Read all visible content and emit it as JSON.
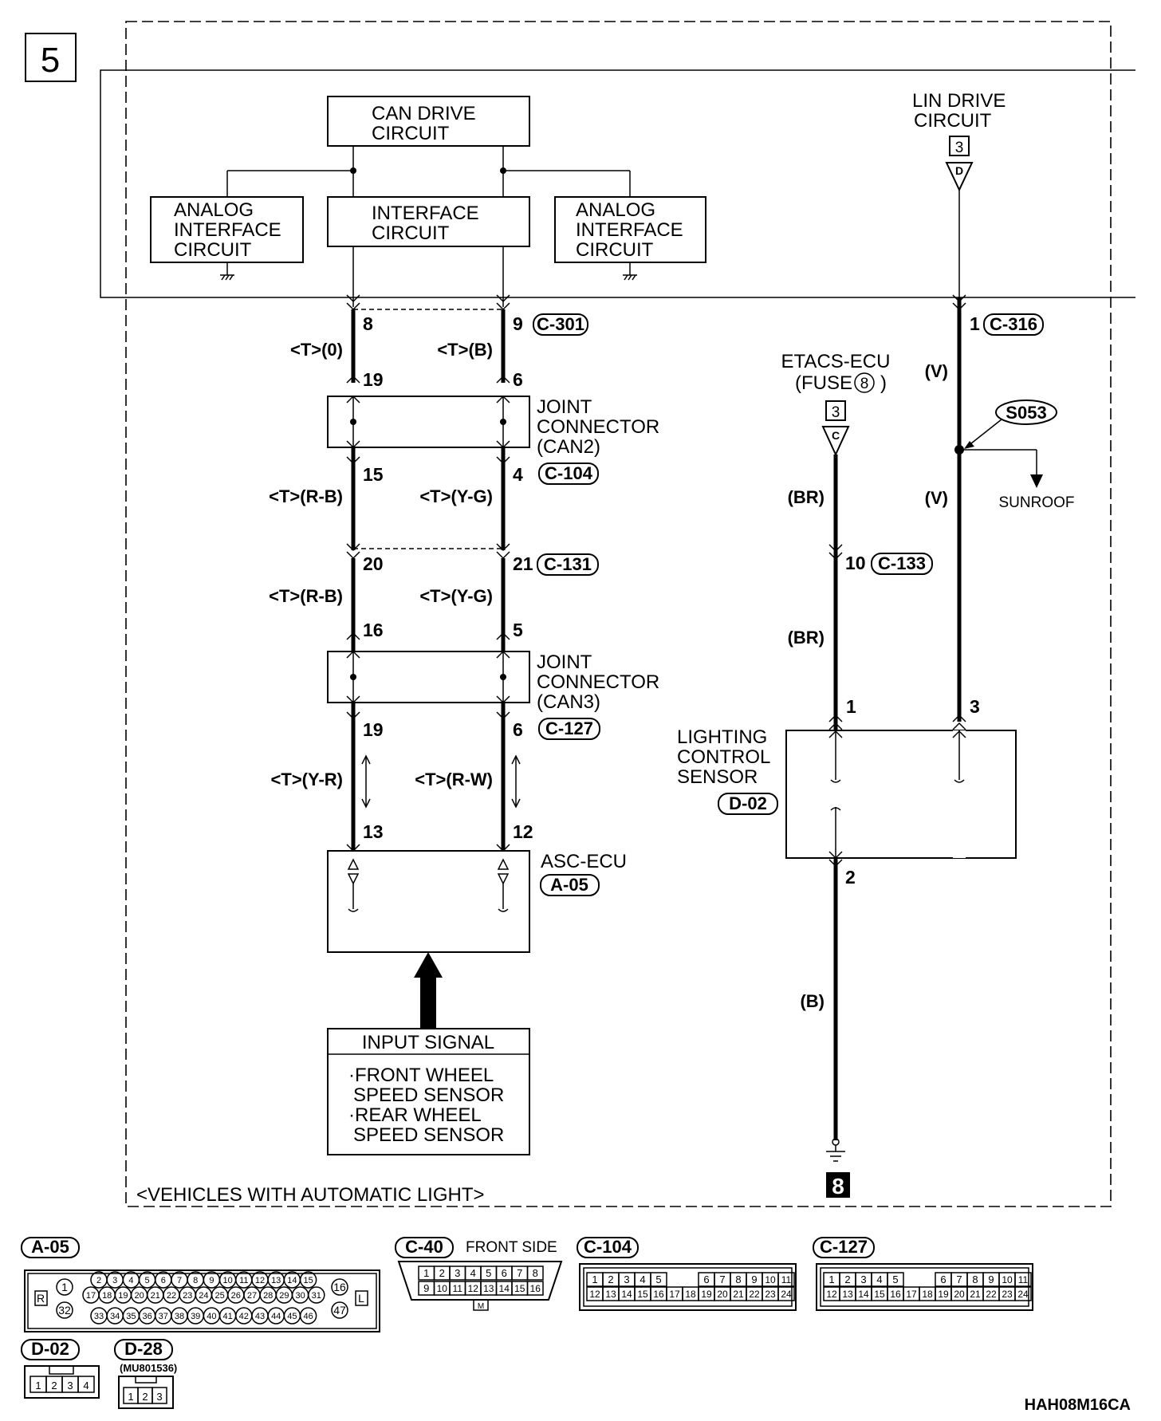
{
  "page_number": "5",
  "top_section": {
    "can_drive_circuit": [
      "CAN DRIVE",
      "CIRCUIT"
    ],
    "interface_circuit": [
      "INTERFACE",
      "CIRCUIT"
    ],
    "analog_interface_left": [
      "ANALOG",
      "INTERFACE",
      "CIRCUIT"
    ],
    "analog_interface_right": [
      "ANALOG",
      "INTERFACE",
      "CIRCUIT"
    ],
    "lin_drive_circuit": [
      "LIN DRIVE",
      "CIRCUIT"
    ],
    "lin_ref": {
      "page": "3",
      "letter": "D"
    }
  },
  "left_column": {
    "c301": {
      "connector": "C-301",
      "pin_a": "8",
      "pin_b": "9",
      "wire_a": "<T>(0)",
      "wire_b": "<T>(B)"
    },
    "joint_can2": {
      "label": [
        "JOINT",
        "CONNECTOR",
        "(CAN2)"
      ],
      "connector": "C-104",
      "pin_in_a": "19",
      "pin_in_b": "6",
      "pin_out_a": "15",
      "pin_out_b": "4"
    },
    "c131": {
      "connector": "C-131",
      "wire_a_top": "<T>(R-B)",
      "wire_b_top": "<T>(Y-G)",
      "pin_a": "20",
      "pin_b": "21",
      "wire_a_bottom": "<T>(R-B)",
      "wire_b_bottom": "<T>(Y-G)"
    },
    "joint_can3": {
      "label": [
        "JOINT",
        "CONNECTOR",
        "(CAN3)"
      ],
      "connector": "C-127",
      "pin_in_a": "16",
      "pin_in_b": "5",
      "pin_out_a": "19",
      "pin_out_b": "6"
    },
    "asc_ecu": {
      "label": "ASC-ECU",
      "connector": "A-05",
      "wire_a": "<T>(Y-R)",
      "wire_b": "<T>(R-W)",
      "pin_a": "13",
      "pin_b": "12"
    },
    "input_signal": {
      "title": "INPUT SIGNAL",
      "lines": [
        "·FRONT WHEEL",
        "SPEED SENSOR",
        "·REAR WHEEL",
        "SPEED SENSOR"
      ]
    }
  },
  "right_column": {
    "etacs": {
      "label": [
        "ETACS-ECU",
        "(FUSE"
      ],
      "fuse_no": "8",
      "ref_page": "3",
      "ref_letter": "C"
    },
    "c316": {
      "pin": "1",
      "connector": "C-316",
      "wire_top": "(V)",
      "wire_bottom": "(V)"
    },
    "splice": {
      "id": "S053",
      "branch_label": "SUNROOF"
    },
    "c133": {
      "pin": "10",
      "connector": "C-133",
      "wire_top": "(BR)",
      "wire_bottom": "(BR)"
    },
    "lighting_sensor": {
      "label": [
        "LIGHTING",
        "CONTROL",
        "SENSOR"
      ],
      "connector": "D-02",
      "pin1": "1",
      "pin3": "3",
      "pin2": "2"
    },
    "ground_wire": "(B)",
    "ground_ref": "8"
  },
  "footnote": "<VEHICLES WITH AUTOMATIC LIGHT>",
  "connectors": {
    "a05": {
      "name": "A-05",
      "row1": [
        "2",
        "3",
        "4",
        "5",
        "6",
        "7",
        "8",
        "9",
        "10",
        "11",
        "12",
        "13",
        "14",
        "15"
      ],
      "row2": [
        "17",
        "18",
        "19",
        "20",
        "21",
        "22",
        "23",
        "24",
        "25",
        "26",
        "27",
        "28",
        "29",
        "30",
        "31"
      ],
      "row3": [
        "33",
        "34",
        "35",
        "36",
        "37",
        "38",
        "39",
        "40",
        "41",
        "42",
        "43",
        "44",
        "45",
        "46"
      ],
      "left_pins": [
        "1",
        "32"
      ],
      "right_pins": [
        "16",
        "47"
      ],
      "left_mark": "R",
      "right_mark": "L"
    },
    "c40": {
      "name": "C-40",
      "note": "FRONT SIDE",
      "row1": [
        "1",
        "2",
        "3",
        "4",
        "5",
        "6",
        "7",
        "8"
      ],
      "row2": [
        "9",
        "10",
        "11",
        "12",
        "13",
        "14",
        "15",
        "16"
      ],
      "mark": "M"
    },
    "c104": {
      "name": "C-104",
      "row1": [
        "1",
        "2",
        "3",
        "4",
        "5",
        "6",
        "7",
        "8",
        "9",
        "10",
        "11"
      ],
      "row2": [
        "12",
        "13",
        "14",
        "15",
        "16",
        "17",
        "18",
        "19",
        "20",
        "21",
        "22",
        "23",
        "24"
      ]
    },
    "c127": {
      "name": "C-127",
      "row1": [
        "1",
        "2",
        "3",
        "4",
        "5",
        "6",
        "7",
        "8",
        "9",
        "10",
        "11"
      ],
      "row2": [
        "12",
        "13",
        "14",
        "15",
        "16",
        "17",
        "18",
        "19",
        "20",
        "21",
        "22",
        "23",
        "24"
      ]
    },
    "d02": {
      "name": "D-02",
      "pins": [
        "1",
        "2",
        "3",
        "4"
      ]
    },
    "d28": {
      "name": "D-28",
      "part_no": "(MU801536)",
      "pins": [
        "1",
        "2",
        "3"
      ]
    }
  },
  "drawing_code": "HAH08M16CA"
}
